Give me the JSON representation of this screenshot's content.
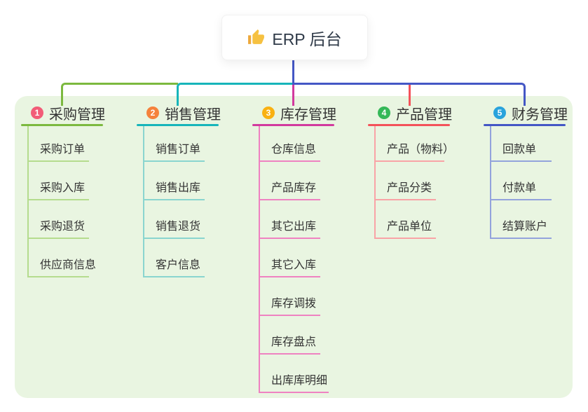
{
  "root": {
    "label": "ERP 后台",
    "icon": "thumbs-up"
  },
  "colors": {
    "canvas_bg": "#ffffff",
    "panel_bg": "#e9f5e1",
    "root_stem": "#4457c5",
    "text": "#333333",
    "root_text": "#2f3a48"
  },
  "branches": [
    {
      "number": "1",
      "label": "采购管理",
      "badge_color": "#f25c77",
      "line_color": "#7cb93f",
      "light_line_color": "#b5dc8e",
      "children": [
        "采购订单",
        "采购入库",
        "采购退货",
        "供应商信息"
      ]
    },
    {
      "number": "2",
      "label": "销售管理",
      "badge_color": "#f5823c",
      "line_color": "#17b5ba",
      "light_line_color": "#8ad5cf",
      "children": [
        "销售订单",
        "销售出库",
        "销售退货",
        "客户信息"
      ]
    },
    {
      "number": "3",
      "label": "库存管理",
      "badge_color": "#f9b112",
      "line_color": "#d23a9e",
      "light_line_color": "#ef82c1",
      "children": [
        "仓库信息",
        "产品库存",
        "其它出库",
        "其它入库",
        "库存调拨",
        "库存盘点",
        "出库库明细"
      ]
    },
    {
      "number": "4",
      "label": "产品管理",
      "badge_color": "#35b858",
      "line_color": "#f4525a",
      "light_line_color": "#f9a3a6",
      "children": [
        "产品（物料）",
        "产品分类",
        "产品单位"
      ]
    },
    {
      "number": "5",
      "label": "财务管理",
      "badge_color": "#29a3dc",
      "line_color": "#4457c5",
      "light_line_color": "#93a3dc",
      "children": [
        "回款单",
        "付款单",
        "结算账户"
      ]
    }
  ]
}
